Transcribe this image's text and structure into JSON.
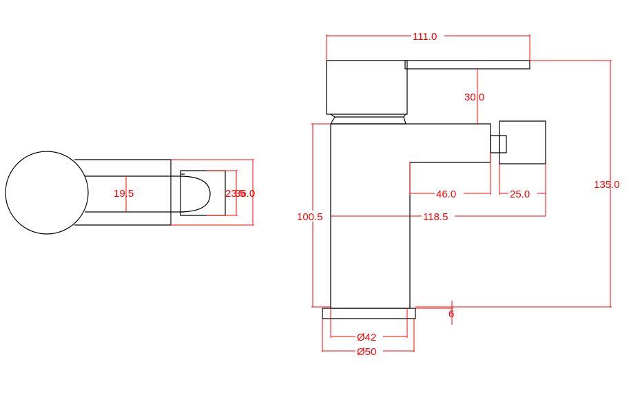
{
  "colors": {
    "outline": "#000000",
    "dimension": "#ff0000",
    "background": "#ffffff"
  },
  "dimensions": {
    "top_width": "111.0",
    "handle_gap": "30.0",
    "total_height": "135.0",
    "spout_reach": "46.0",
    "spout_tip": "25.0",
    "body_height": "100.5",
    "overall_reach": "118.5",
    "base_thickness": "6",
    "base_inner_dia": "Ø42",
    "base_outer_dia": "Ø50",
    "top_inner": "19.5",
    "top_tip": "23.5",
    "top_outer": "36.0"
  }
}
